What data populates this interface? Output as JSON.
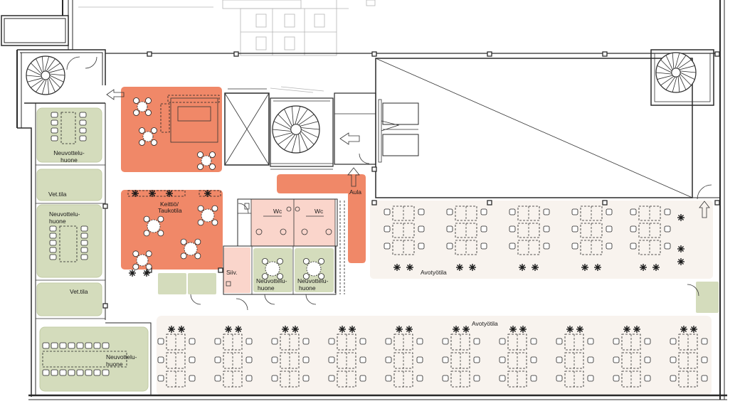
{
  "colors": {
    "kitchen": "#f08868",
    "meeting": "#d4dcbc",
    "meeting_border": "#c3cca6",
    "openspace": "#f8f3ee",
    "wc": "#fad5cb",
    "wall": "#2a2a2a",
    "grey_wall": "#b5b5b5"
  },
  "rooms": [
    {
      "id": "meeting-1",
      "lines": [
        "Neuvottelu-",
        "huone"
      ]
    },
    {
      "id": "vet-1",
      "lines": [
        "Vet.tila"
      ]
    },
    {
      "id": "meeting-2",
      "lines": [
        "Neuvottelu-",
        "huone"
      ]
    },
    {
      "id": "vet-2",
      "lines": [
        "Vet.tila"
      ]
    },
    {
      "id": "meeting-3",
      "lines": [
        "Neuvottelu-",
        "huone"
      ]
    },
    {
      "id": "kitchen",
      "lines": [
        "Keittiö/",
        "Taukotila"
      ]
    },
    {
      "id": "lobby",
      "lines": [
        "Aula"
      ]
    },
    {
      "id": "wc-1",
      "lines": [
        "Wc"
      ]
    },
    {
      "id": "wc-2",
      "lines": [
        "Wc"
      ]
    },
    {
      "id": "cleaning",
      "lines": [
        "Siiv."
      ]
    },
    {
      "id": "meeting-4",
      "lines": [
        "Neuvottelu-",
        "huone"
      ]
    },
    {
      "id": "meeting-5",
      "lines": [
        "Neuvottelu-",
        "huone"
      ]
    },
    {
      "id": "open-1",
      "lines": [
        "Avotyötila"
      ]
    },
    {
      "id": "open-2",
      "lines": [
        "Avotyötila"
      ]
    }
  ]
}
